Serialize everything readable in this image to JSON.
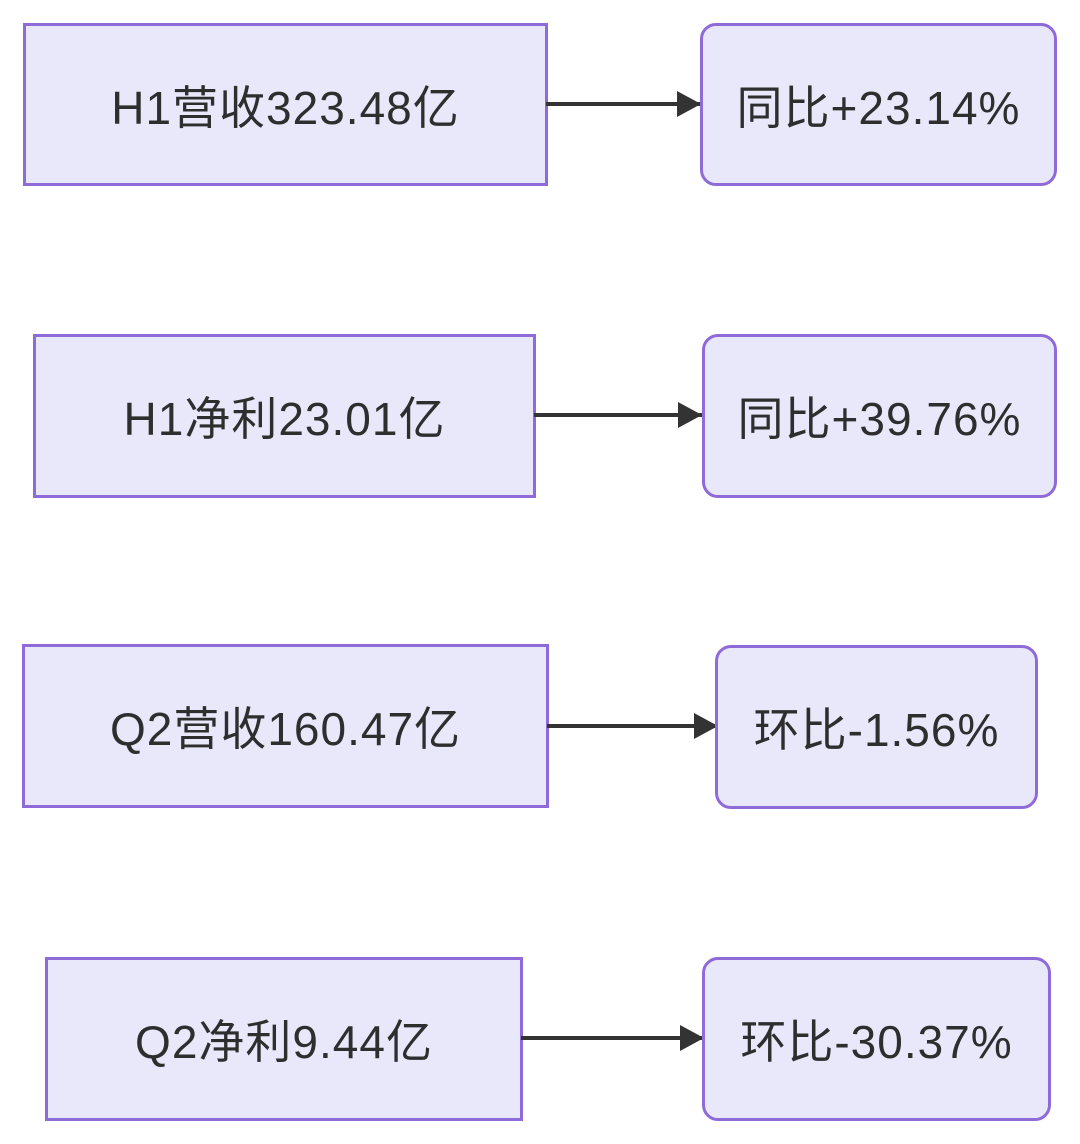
{
  "diagram": {
    "type": "flowchart",
    "rows": [
      {
        "metric": "H1营收323.48亿",
        "change": "同比+23.14%"
      },
      {
        "metric": "H1净利23.01亿",
        "change": "同比+39.76%"
      },
      {
        "metric": "Q2营收160.47亿",
        "change": "环比-1.56%"
      },
      {
        "metric": "Q2净利9.44亿",
        "change": "环比-30.37%"
      }
    ],
    "colors": {
      "node_fill": "#E9E8FB",
      "node_border": "#8F6BD9",
      "text": "#2E2E2E",
      "arrow": "#333333",
      "background": "#FFFFFF"
    }
  }
}
